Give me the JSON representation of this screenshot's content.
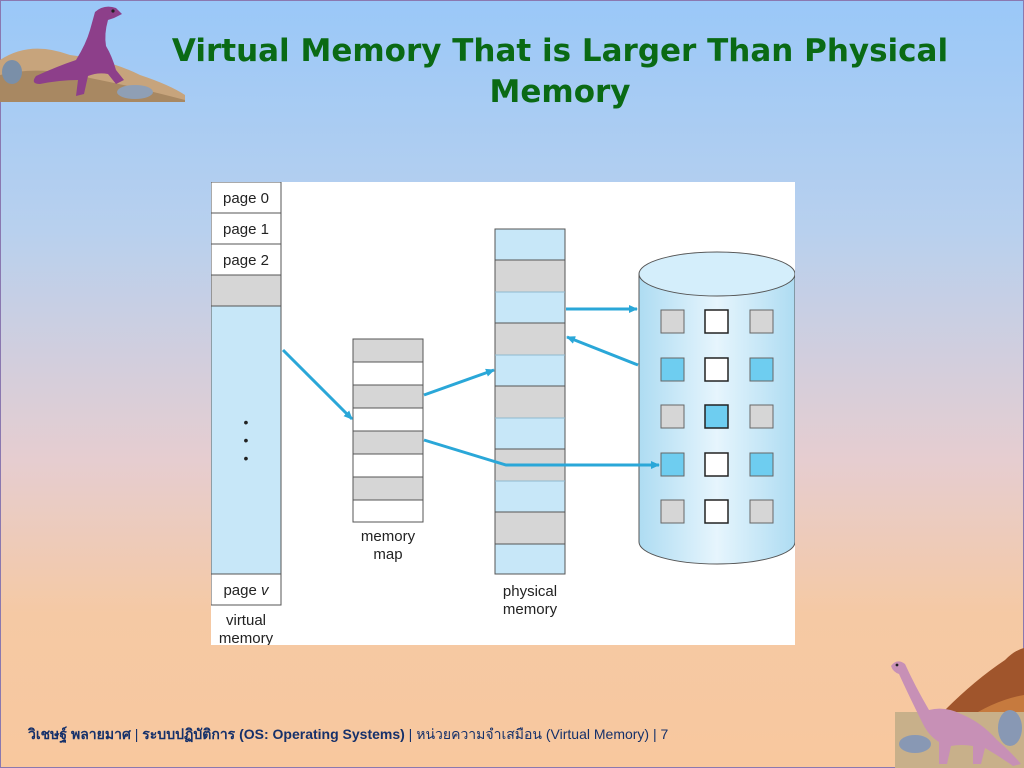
{
  "slide": {
    "title": "Virtual Memory That is Larger Than Physical Memory",
    "footer": {
      "author": "วิเชษฐ์ พลายมาศ",
      "sep1": " | ",
      "course": "ระบบปฏิบัติการ (OS: Operating Systems)",
      "sep2": " | ",
      "topic": "หน่วยความจำเสมือน  (Virtual Memory)",
      "sep3": " | ",
      "page_number": "7"
    }
  },
  "diagram": {
    "virtual_memory": {
      "pages": [
        "page 0",
        "page 1",
        "page 2"
      ],
      "last_page_prefix": "page ",
      "last_page_var": "v",
      "ellipsis": "•",
      "label_line1": "virtual",
      "label_line2": "memory"
    },
    "memory_map": {
      "label_line1": "memory",
      "label_line2": "map"
    },
    "physical_memory": {
      "label_line1": "physical",
      "label_line2": "memory"
    }
  },
  "colors": {
    "title": "#0a6a14",
    "light_blue": "#c7e7f8",
    "gray_frame": "#d6d6d6",
    "bright_blue": "#6ecdf0",
    "arrow": "#2aa7d8",
    "footer": "#15306a"
  },
  "icons": [
    "dinosaur-trex-icon",
    "dinosaur-sauropod-icon"
  ]
}
